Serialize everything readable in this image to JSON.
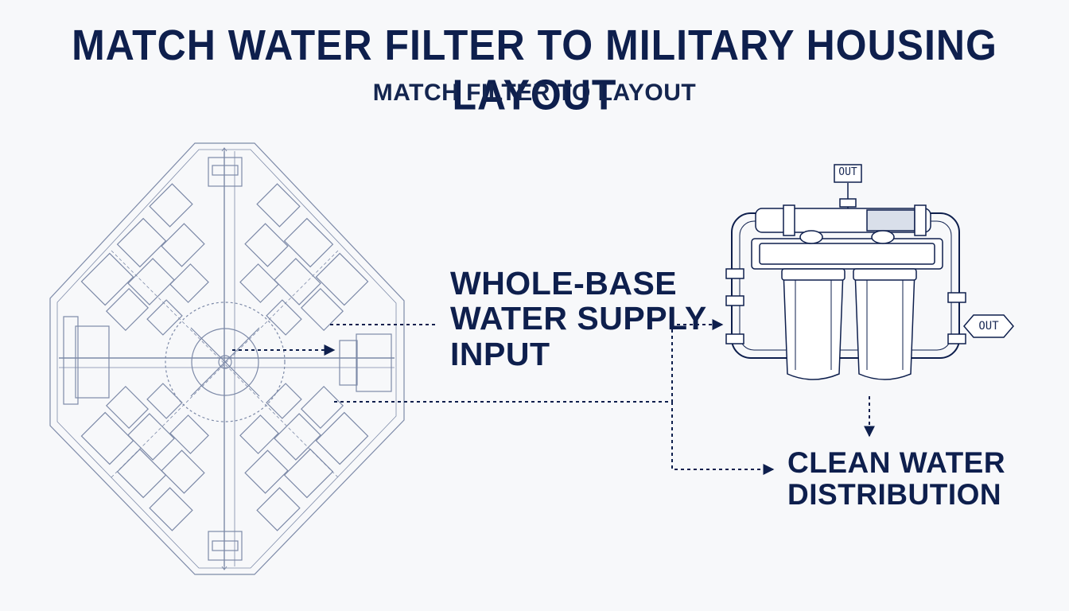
{
  "header": {
    "title": "MATCH WATER FILTER TO MILITARY HOUSING LAYOUT",
    "subtitle": "MATCH FILTER TO LAYOUT"
  },
  "labels": {
    "supply": [
      "WHOLE-BASE",
      "WATER SUPPLY",
      "INPUT"
    ],
    "clean": [
      "CLEAN WATER",
      "DISTRIBUTION"
    ],
    "out_top": "OUT",
    "out_side": "OUT"
  },
  "colors": {
    "ink": "#0e1f4d",
    "line": "#7d8aa8",
    "background": "#f7f8fa"
  }
}
